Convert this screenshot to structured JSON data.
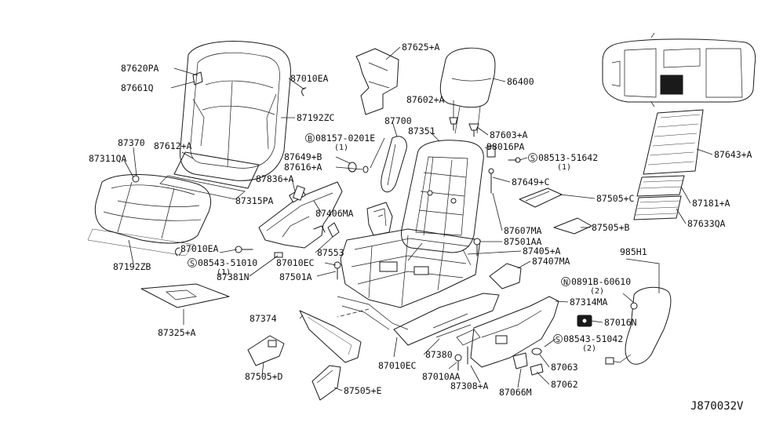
{
  "diagram_code": "J870032V",
  "labels": [
    {
      "id": "87620PA",
      "text": "87620PA"
    },
    {
      "id": "87661Q",
      "text": "87661Q"
    },
    {
      "id": "87010EA-top",
      "text": "87010EA"
    },
    {
      "id": "87192ZC",
      "text": "87192ZC"
    },
    {
      "id": "87370",
      "text": "87370"
    },
    {
      "id": "87612+A",
      "text": "87612+A"
    },
    {
      "id": "87311QA",
      "text": "87311QA"
    },
    {
      "id": "87192ZB",
      "text": "87192ZB"
    },
    {
      "id": "87010EA-left",
      "text": "87010EA"
    },
    {
      "id": "08543-51010",
      "text": "08543-51010",
      "prefix": "S",
      "qty": "(1)"
    },
    {
      "id": "87381N",
      "text": "87381N"
    },
    {
      "id": "87325+A",
      "text": "87325+A"
    },
    {
      "id": "87625+A",
      "text": "87625+A"
    },
    {
      "id": "86400",
      "text": "86400"
    },
    {
      "id": "87602+A",
      "text": "87602+A"
    },
    {
      "id": "87700",
      "text": "87700"
    },
    {
      "id": "87351",
      "text": "87351"
    },
    {
      "id": "87603+A",
      "text": "87603+A"
    },
    {
      "id": "08157-0201E",
      "text": "08157-0201E",
      "prefix": "B",
      "qty": "(1)"
    },
    {
      "id": "98016PA",
      "text": "98016PA"
    },
    {
      "id": "87649+B",
      "text": "87649+B"
    },
    {
      "id": "87616+A",
      "text": "87616+A"
    },
    {
      "id": "08513-51642",
      "text": "08513-51642",
      "prefix": "S",
      "qty": "(1)"
    },
    {
      "id": "87836+A",
      "text": "87836+A"
    },
    {
      "id": "87649+C",
      "text": "87649+C"
    },
    {
      "id": "87315PA",
      "text": "87315PA"
    },
    {
      "id": "87406MA",
      "text": "87406MA"
    },
    {
      "id": "87505+C",
      "text": "87505+C"
    },
    {
      "id": "87607MA",
      "text": "87607MA"
    },
    {
      "id": "87505+B",
      "text": "87505+B"
    },
    {
      "id": "87553",
      "text": "87553"
    },
    {
      "id": "87010EC-mid",
      "text": "87010EC"
    },
    {
      "id": "87501AA",
      "text": "87501AA"
    },
    {
      "id": "87405+A",
      "text": "87405+A"
    },
    {
      "id": "87501A",
      "text": "87501A"
    },
    {
      "id": "87407MA",
      "text": "87407MA"
    },
    {
      "id": "87643+A",
      "text": "87643+A"
    },
    {
      "id": "87181+A",
      "text": "87181+A"
    },
    {
      "id": "87633QA",
      "text": "87633QA"
    },
    {
      "id": "985H1",
      "text": "985H1"
    },
    {
      "id": "0891B-60610",
      "text": "0891B-60610",
      "prefix": "N",
      "qty": "(2)"
    },
    {
      "id": "87314MA",
      "text": "87314MA"
    },
    {
      "id": "87016N",
      "text": "87016N"
    },
    {
      "id": "08543-51042",
      "text": "08543-51042",
      "prefix": "S",
      "qty": "(2)"
    },
    {
      "id": "87374",
      "text": "87374"
    },
    {
      "id": "87380",
      "text": "87380"
    },
    {
      "id": "87010EC-low",
      "text": "87010EC"
    },
    {
      "id": "87063",
      "text": "87063"
    },
    {
      "id": "87062",
      "text": "87062"
    },
    {
      "id": "87066M",
      "text": "87066M"
    },
    {
      "id": "87010AA",
      "text": "87010AA"
    },
    {
      "id": "87308+A",
      "text": "87308+A"
    },
    {
      "id": "87505+D",
      "text": "87505+D"
    },
    {
      "id": "87505+E",
      "text": "87505+E"
    }
  ]
}
